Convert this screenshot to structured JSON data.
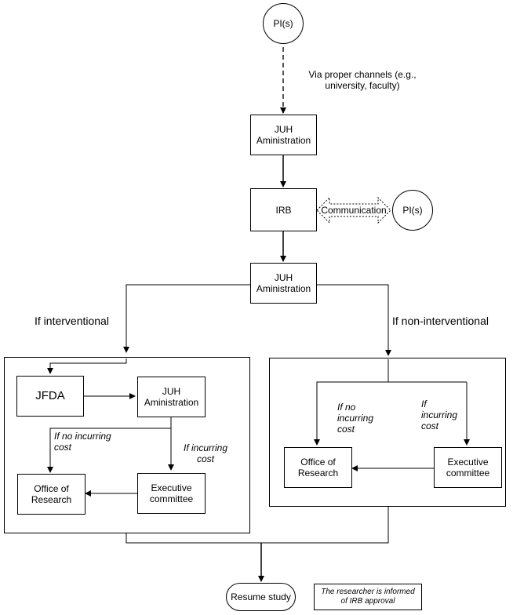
{
  "nodes": {
    "pi_top": "PI(s)",
    "channels_note": "Via proper channels (e.g.,\nuniversity, faculty)",
    "juh_admin_1": "JUH\nAministration",
    "irb": "IRB",
    "communication": "Communication",
    "pi_side": "PI(s)",
    "juh_admin_2": "JUH\nAministration",
    "branch_left": "If interventional",
    "branch_right": "If non-interventional",
    "jfda": "JFDA",
    "juh_admin_3": "JUH\nAministration",
    "left_no_cost": "If no incurring\ncost",
    "left_cost": "If incurring\ncost",
    "left_office": "Office of\nResearch",
    "left_exec": "Executive\ncommittee",
    "right_no_cost": "If no\nincurring\ncost",
    "right_cost": "If\nincurring\ncost",
    "right_office": "Office of\nResearch",
    "right_exec": "Executive\ncommittee",
    "resume": "Resume study",
    "informed_note": "The researcher is informed\nof IRB approval"
  }
}
